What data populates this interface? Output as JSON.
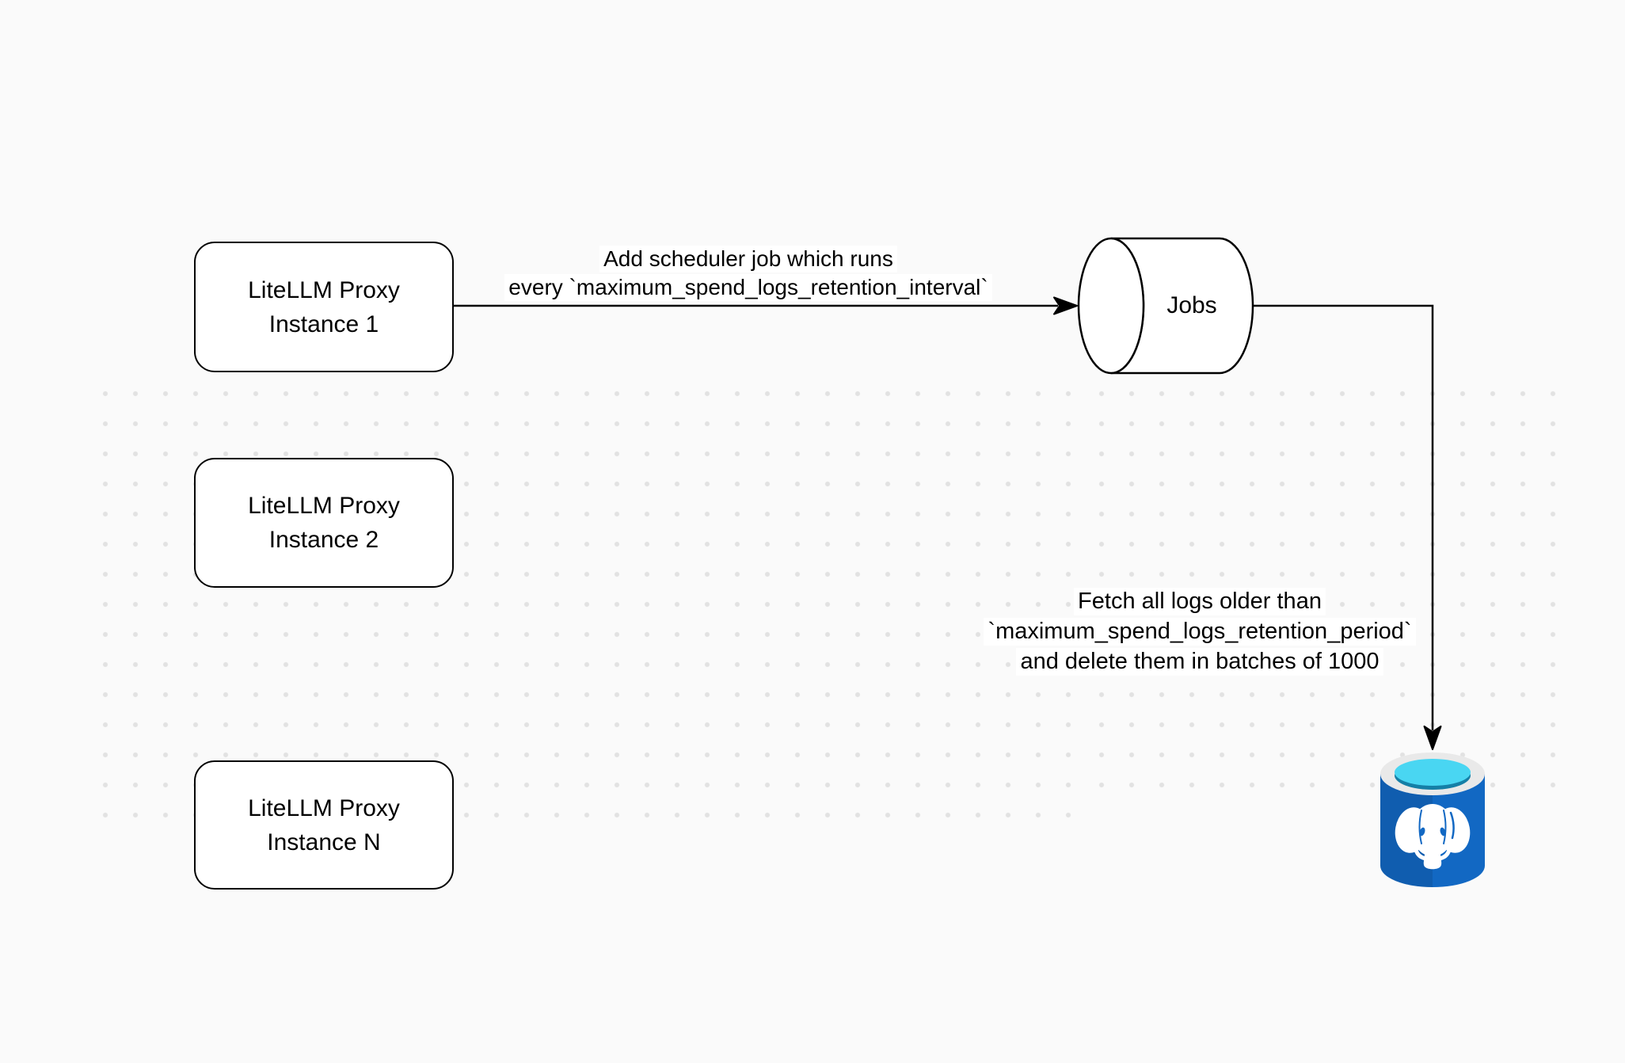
{
  "diagram": {
    "background_color": "#fafafa",
    "dot_color": "#e2e2e2",
    "stroke_color": "#000000",
    "nodes": {
      "proxy1": {
        "line1": "LiteLLM Proxy",
        "line2": "Instance 1"
      },
      "proxy2": {
        "line1": "LiteLLM Proxy",
        "line2": "Instance 2"
      },
      "proxyN": {
        "line1": "LiteLLM Proxy",
        "line2": "Instance N"
      },
      "jobs": {
        "label": "Jobs",
        "shape": "horizontal-cylinder-queue"
      },
      "database": {
        "icon": "postgresql-database"
      }
    },
    "edge_labels": {
      "scheduler": {
        "line1": "Add scheduler job which runs",
        "line2": "every `maximum_spend_logs_retention_interval`"
      },
      "fetch": {
        "line1": "Fetch all logs older than",
        "line2": "`maximum_spend_logs_retention_period`",
        "line3": "and delete them in batches of 1000"
      }
    },
    "colors": {
      "db_body": "#1268c3",
      "db_rim": "#e9e9e9",
      "db_water_light": "#49d6f2",
      "db_water_dark": "#157fa6",
      "elephant": "#ffffff"
    }
  }
}
